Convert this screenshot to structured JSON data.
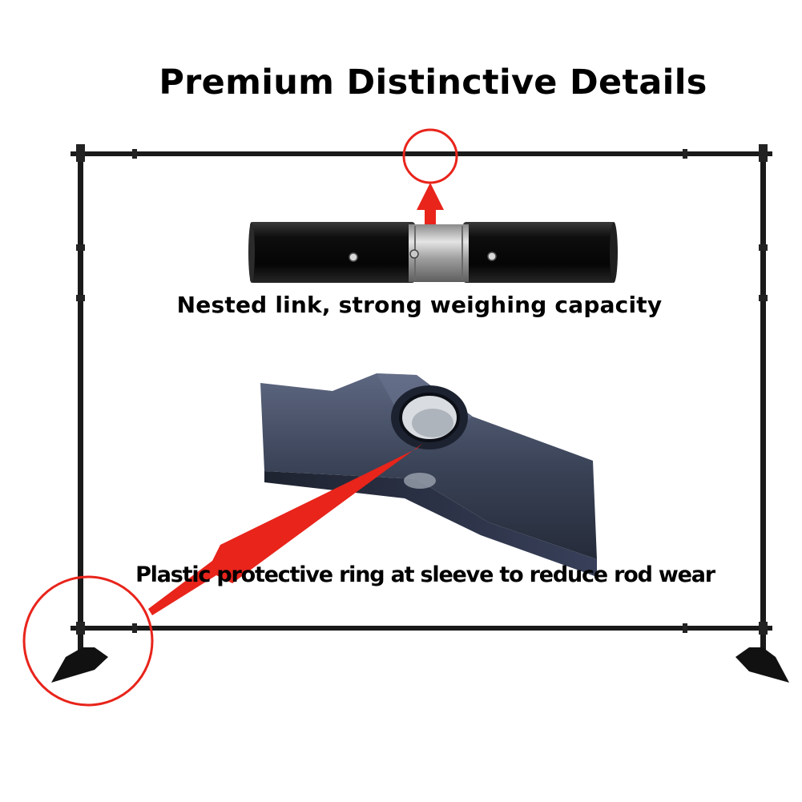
{
  "header": {
    "title": "Premium Distinctive Details"
  },
  "callouts": [
    {
      "label": "Nested link, strong weighing capacity"
    },
    {
      "label": "Plastic protective ring at sleeve to reduce rod wear"
    }
  ],
  "colors": {
    "frame": "#1a1a1a",
    "highlight": "#e8241b",
    "tube": "#111111",
    "sleeve": "#b8b8b8",
    "bracket": "#3c4658",
    "background": "#ffffff"
  }
}
